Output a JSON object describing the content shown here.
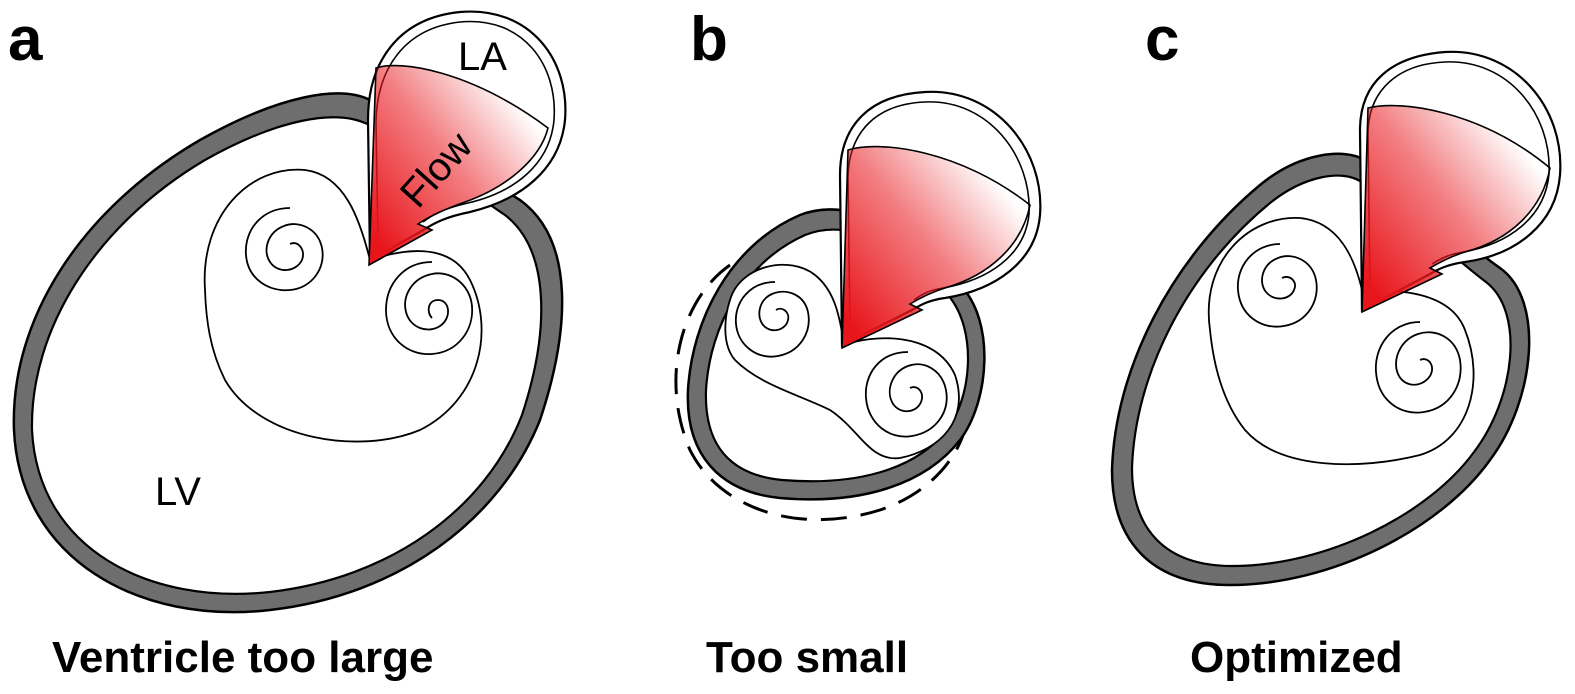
{
  "panels": [
    {
      "letter": "a",
      "caption": "Ventricle too large",
      "ventricle_label": "LV",
      "atrium_label": "LA",
      "flow_label": "Flow"
    },
    {
      "letter": "b",
      "caption": "Too small"
    },
    {
      "letter": "c",
      "caption": "Optimized"
    }
  ],
  "colors": {
    "wall": "#6e6e6e",
    "flow_jet": "#e8151b",
    "outline": "#000000"
  }
}
